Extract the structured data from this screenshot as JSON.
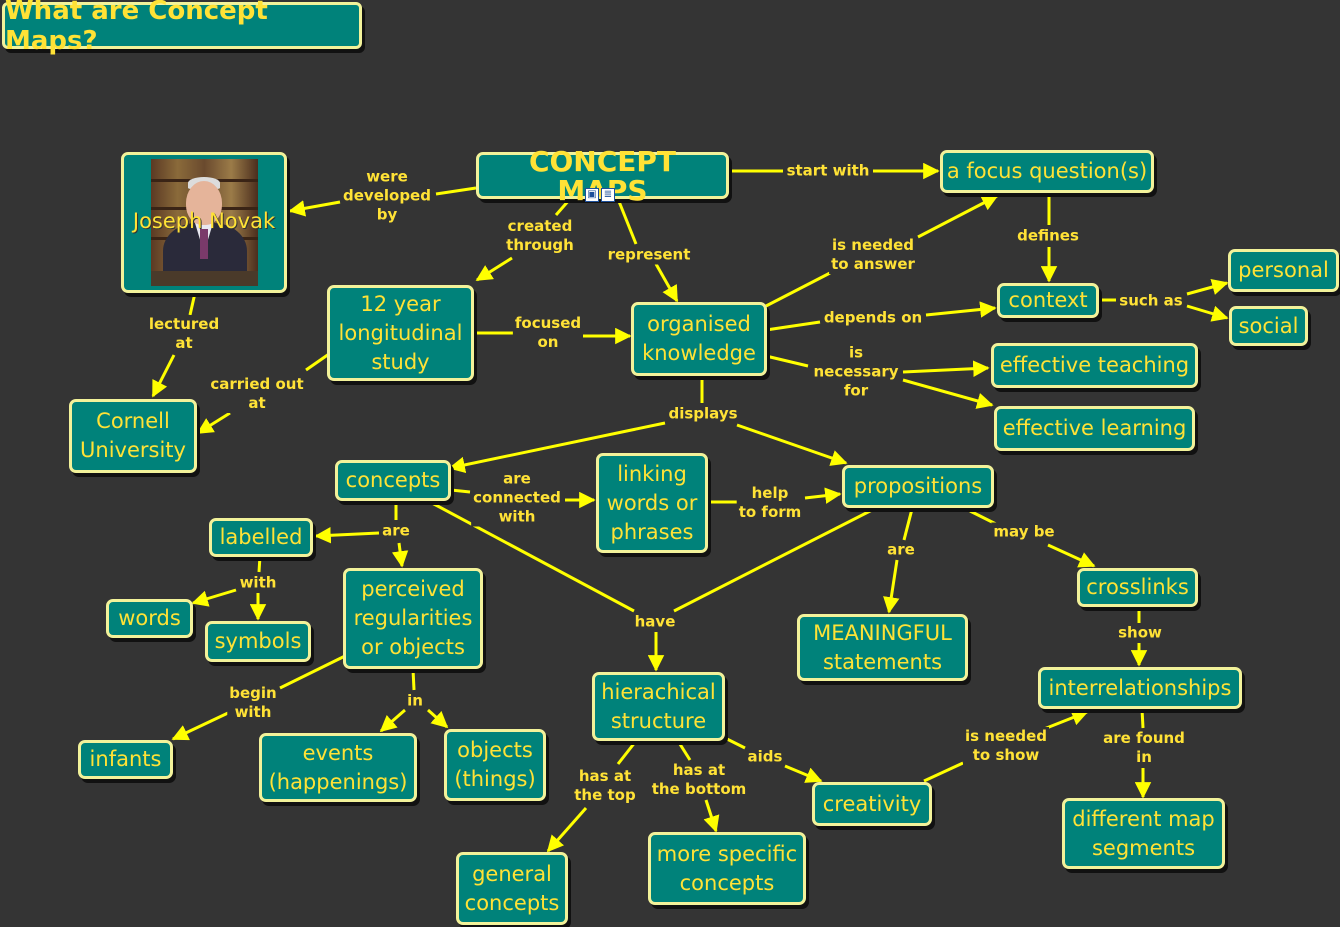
{
  "title": "What are Concept Maps?",
  "colors": {
    "background": "#343434",
    "node_fill": "#00827a",
    "node_border": "#f2f29a",
    "text": "#ffe236",
    "connector": "#ffff00"
  },
  "resource_icons": [
    "image-icon",
    "document-icon"
  ],
  "nodes": {
    "concept_maps": "CONCEPT MAPS",
    "joseph_novak": "Joseph Novak",
    "focus_question": "a focus question(s)",
    "longitudinal_study": "12 year\nlongitudinal\nstudy",
    "organised_knowledge": "organised\nknowledge",
    "context": "context",
    "personal": "personal",
    "social": "social",
    "cornell": "Cornell\nUniversity",
    "effective_teaching": "effective teaching",
    "effective_learning": "effective learning",
    "concepts": "concepts",
    "linking_words": "linking\nwords or\nphrases",
    "propositions": "propositions",
    "labelled": "labelled",
    "words": "words",
    "symbols": "symbols",
    "perceived_regularities": "perceived\nregularities\nor objects",
    "crosslinks": "crosslinks",
    "meaningful_statements": "MEANINGFUL\nstatements",
    "interrelationships": "interrelationships",
    "hierachical_structure": "hierachical\nstructure",
    "infants": "infants",
    "events": "events\n(happenings)",
    "objects": "objects\n(things)",
    "creativity": "creativity",
    "different_map_segments": "different map\nsegments",
    "general_concepts": "general\nconcepts",
    "more_specific_concepts": "more specific\nconcepts"
  },
  "links": {
    "were_developed_by": "were\ndeveloped\nby",
    "start_with": "start with",
    "created_through": "created\nthrough",
    "represent": "represent",
    "defines": "defines",
    "is_needed_to_answer": "is needed\nto answer",
    "lectured_at": "lectured\nat",
    "focused_on": "focused\non",
    "depends_on": "depends on",
    "such_as": "such as",
    "carried_out_at": "carried out\nat",
    "is_necessary_for": "is\nnecessary\nfor",
    "displays": "displays",
    "are_connected_with": "are\nconnected\nwith",
    "help_to_form": "help\nto form",
    "are_labelled": "are",
    "with": "with",
    "may_be": "may be",
    "are_statements": "are",
    "have": "have",
    "show": "show",
    "begin_with": "begin\nwith",
    "in": "in",
    "aids": "aids",
    "is_needed_to_show": "is needed\nto show",
    "are_found_in": "are found\nin",
    "has_at_the_top": "has at\nthe top",
    "has_at_the_bottom": "has at\nthe bottom"
  }
}
